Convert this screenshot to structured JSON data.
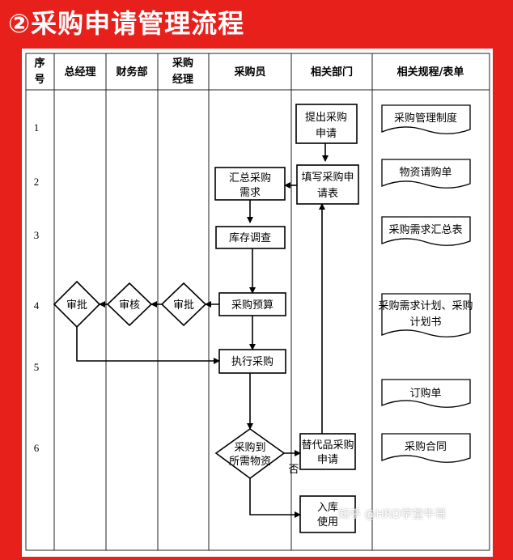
{
  "title": "②采购申请管理流程",
  "watermark": "知乎 @HRD学堂牛哥",
  "headers": {
    "seq_line1": "序",
    "seq_line2": "号",
    "gm": "总经理",
    "finance": "财务部",
    "pm_line1": "采购",
    "pm_line2": "经理",
    "buyer": "采购员",
    "dept": "相关部门",
    "docs": "相关规程/表单"
  },
  "steps": [
    "1",
    "2",
    "3",
    "4",
    "5",
    "6"
  ],
  "nodes": {
    "propose": [
      "提出采购",
      "申请"
    ],
    "fill_form": [
      "填写采购申",
      "请表"
    ],
    "summarize": [
      "汇总采购",
      "需求"
    ],
    "inventory": "库存调查",
    "budget": "采购预算",
    "approve_pm": "审批",
    "review_fin": "审核",
    "approve_gm": "审批",
    "execute": "执行采购",
    "decision": [
      "采购到",
      "所需物资"
    ],
    "no_label": "否",
    "substitute": [
      "替代品采购",
      "申请"
    ],
    "warehouse": [
      "入库",
      "使用"
    ]
  },
  "docs": {
    "d1": "采购管理制度",
    "d2": "物资请购单",
    "d3": "采购需求汇总表",
    "d4": [
      "采购需求计划、采购",
      "计划书"
    ],
    "d5": "订购单",
    "d6": "采购合同"
  }
}
